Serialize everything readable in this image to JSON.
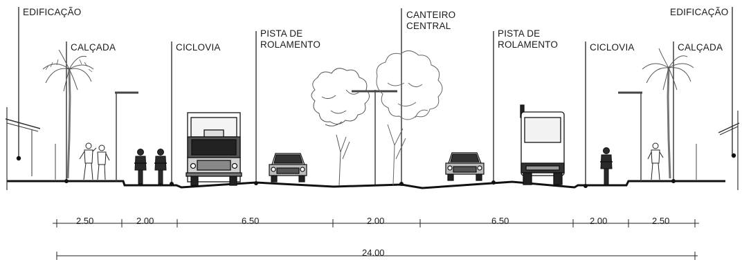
{
  "labels": {
    "edificacao_left": "EDIFICAÇÃO",
    "calcada_left": "CALÇADA",
    "ciclovia_left": "CICLOVIA",
    "pista_left_l1": "PISTA DE",
    "pista_left_l2": "ROLAMENTO",
    "canteiro_l1": "CANTEIRO",
    "canteiro_l2": "CENTRAL",
    "pista_right_l1": "PISTA DE",
    "pista_right_l2": "ROLAMENTO",
    "ciclovia_right": "CICLOVIA",
    "calcada_right": "CALÇADA",
    "edificacao_right": "EDIFICAÇÃO"
  },
  "dimensions": {
    "segments": [
      "2.50",
      "2.00",
      "6.50",
      "2.00",
      "6.50",
      "2.00",
      "2.50"
    ],
    "total": "24.00"
  }
}
